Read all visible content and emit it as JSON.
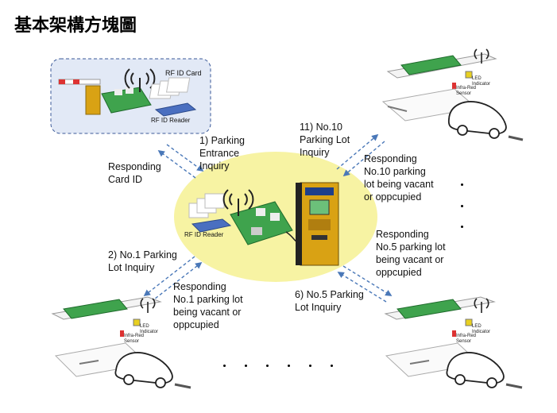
{
  "title": "基本架構方塊圖",
  "entrance_box": {
    "card_label": "RF ID Card",
    "reader_label": "RF ID Reader"
  },
  "center_hub": {
    "reader_label": "RF ID Reader"
  },
  "flows": {
    "parking_entrance_inquiry": "1) Parking\nEntrance\nInquiry",
    "responding_card_id": "Responding\nCard ID",
    "lot10_inquiry": "11) No.10\nParking Lot\nInquiry",
    "responding_lot10": "Responding\nNo.10 parking\nlot being vacant\nor oppcupied",
    "lot1_inquiry": "2) No.1 Parking\nLot Inquiry",
    "responding_lot1": "Responding\nNo.1 parking lot\nbeing vacant or\noppcupied",
    "responding_lot5": "Responding\nNo.5 parking lot\nbeing vacant or\noppcupied",
    "lot5_inquiry": "6) No.5 Parking\nLot Inquiry"
  },
  "lot_units": {
    "led_label": "LED\nIndicator",
    "ir_label": "Infra-Red\nSensor"
  },
  "colors": {
    "hub_fill": "#f7f3a3",
    "arrow": "#4a78b8",
    "box_fill": "#e2e9f6",
    "box_border": "#3b5998",
    "kiosk": "#d9a214",
    "board": "#3fa34d"
  }
}
